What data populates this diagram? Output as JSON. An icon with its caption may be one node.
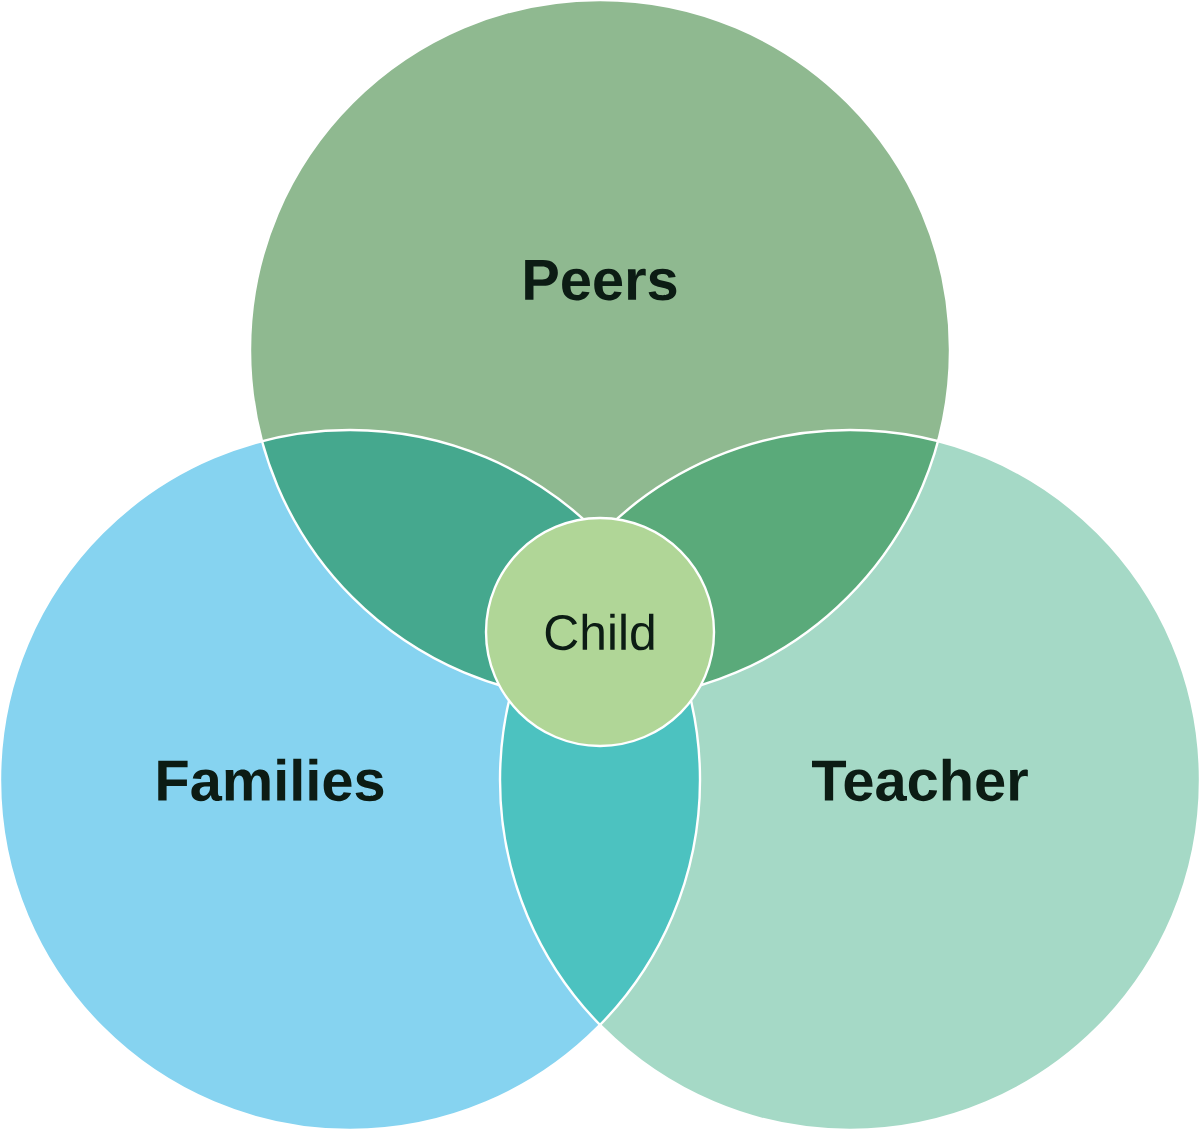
{
  "diagram": {
    "nodes": [
      {
        "text": [
          "Peers"
        ]
      },
      {
        "text": [
          "Families"
        ]
      },
      {
        "text": [
          "Teacher"
        ]
      },
      {
        "text": [
          "Child"
        ]
      }
    ]
  }
}
